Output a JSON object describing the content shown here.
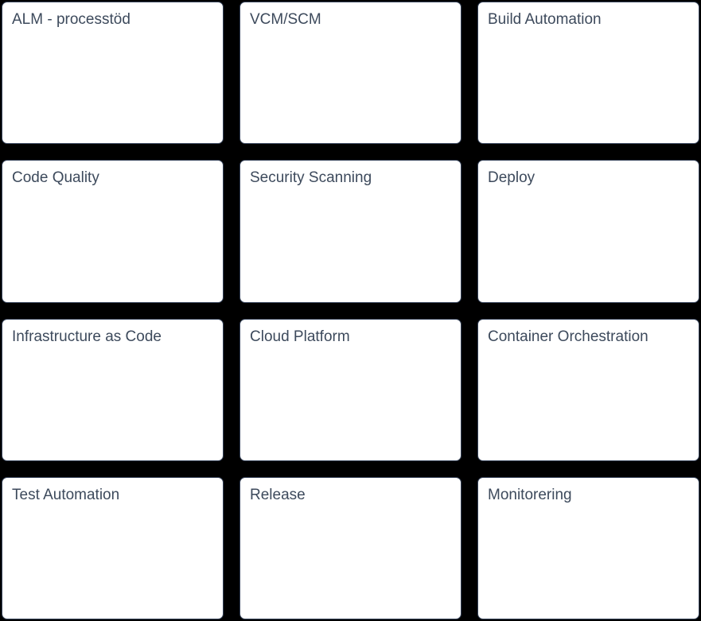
{
  "board": {
    "background_color": "#000000",
    "card_background_color": "#ffffff",
    "card_border_color": "#36435a",
    "card_title_color": "#3d4a5c",
    "columns": 3,
    "rows": 4,
    "cards": [
      {
        "label": "ALM - processtöd"
      },
      {
        "label": "VCM/SCM"
      },
      {
        "label": "Build Automation"
      },
      {
        "label": "Code Quality"
      },
      {
        "label": "Security Scanning"
      },
      {
        "label": "Deploy"
      },
      {
        "label": "Infrastructure as Code"
      },
      {
        "label": "Cloud Platform"
      },
      {
        "label": "Container Orchestration"
      },
      {
        "label": "Test Automation"
      },
      {
        "label": "Release"
      },
      {
        "label": "Monitorering"
      }
    ]
  }
}
